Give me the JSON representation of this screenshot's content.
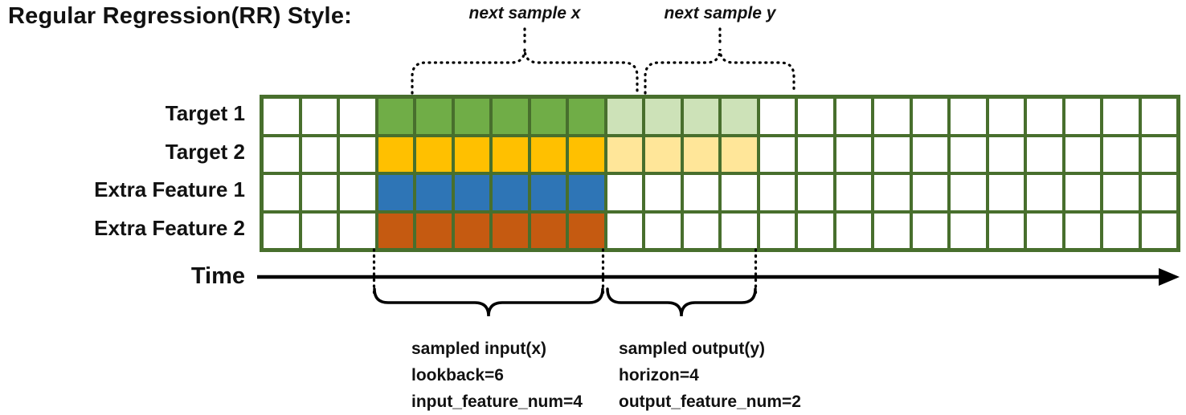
{
  "title": "Regular Regression(RR) Style:",
  "colors": {
    "grid_border": "#486f2d",
    "target1_input": "#70ad47",
    "target1_output": "#cde2b8",
    "target2_input": "#ffc000",
    "target2_output": "#ffe699",
    "extra_feature1_input": "#2e75b6",
    "extra_feature2_input": "#c55a11",
    "line_color": "#000000"
  },
  "annotations": {
    "next_sample_x": "next sample x",
    "next_sample_y": "next sample y",
    "time_label": "Time",
    "input_lines": [
      "sampled input(x)",
      "lookback=6",
      "input_feature_num=4"
    ],
    "output_lines": [
      "sampled output(y)",
      "horizon=4",
      "output_feature_num=2"
    ]
  },
  "grid": {
    "columns": 24,
    "rows": [
      {
        "label": "Target 1",
        "segments": [
          {
            "count": 3,
            "type": "empty"
          },
          {
            "count": 6,
            "type": "target1_input"
          },
          {
            "count": 4,
            "type": "target1_output"
          },
          {
            "count": 11,
            "type": "empty"
          }
        ]
      },
      {
        "label": "Target 2",
        "segments": [
          {
            "count": 3,
            "type": "empty"
          },
          {
            "count": 6,
            "type": "target2_input"
          },
          {
            "count": 4,
            "type": "target2_output"
          },
          {
            "count": 11,
            "type": "empty"
          }
        ]
      },
      {
        "label": "Extra Feature 1",
        "segments": [
          {
            "count": 3,
            "type": "empty"
          },
          {
            "count": 6,
            "type": "extra_feature1_input"
          },
          {
            "count": 15,
            "type": "empty"
          }
        ]
      },
      {
        "label": "Extra Feature 2",
        "segments": [
          {
            "count": 3,
            "type": "empty"
          },
          {
            "count": 6,
            "type": "extra_feature2_input"
          },
          {
            "count": 15,
            "type": "empty"
          }
        ]
      }
    ]
  }
}
